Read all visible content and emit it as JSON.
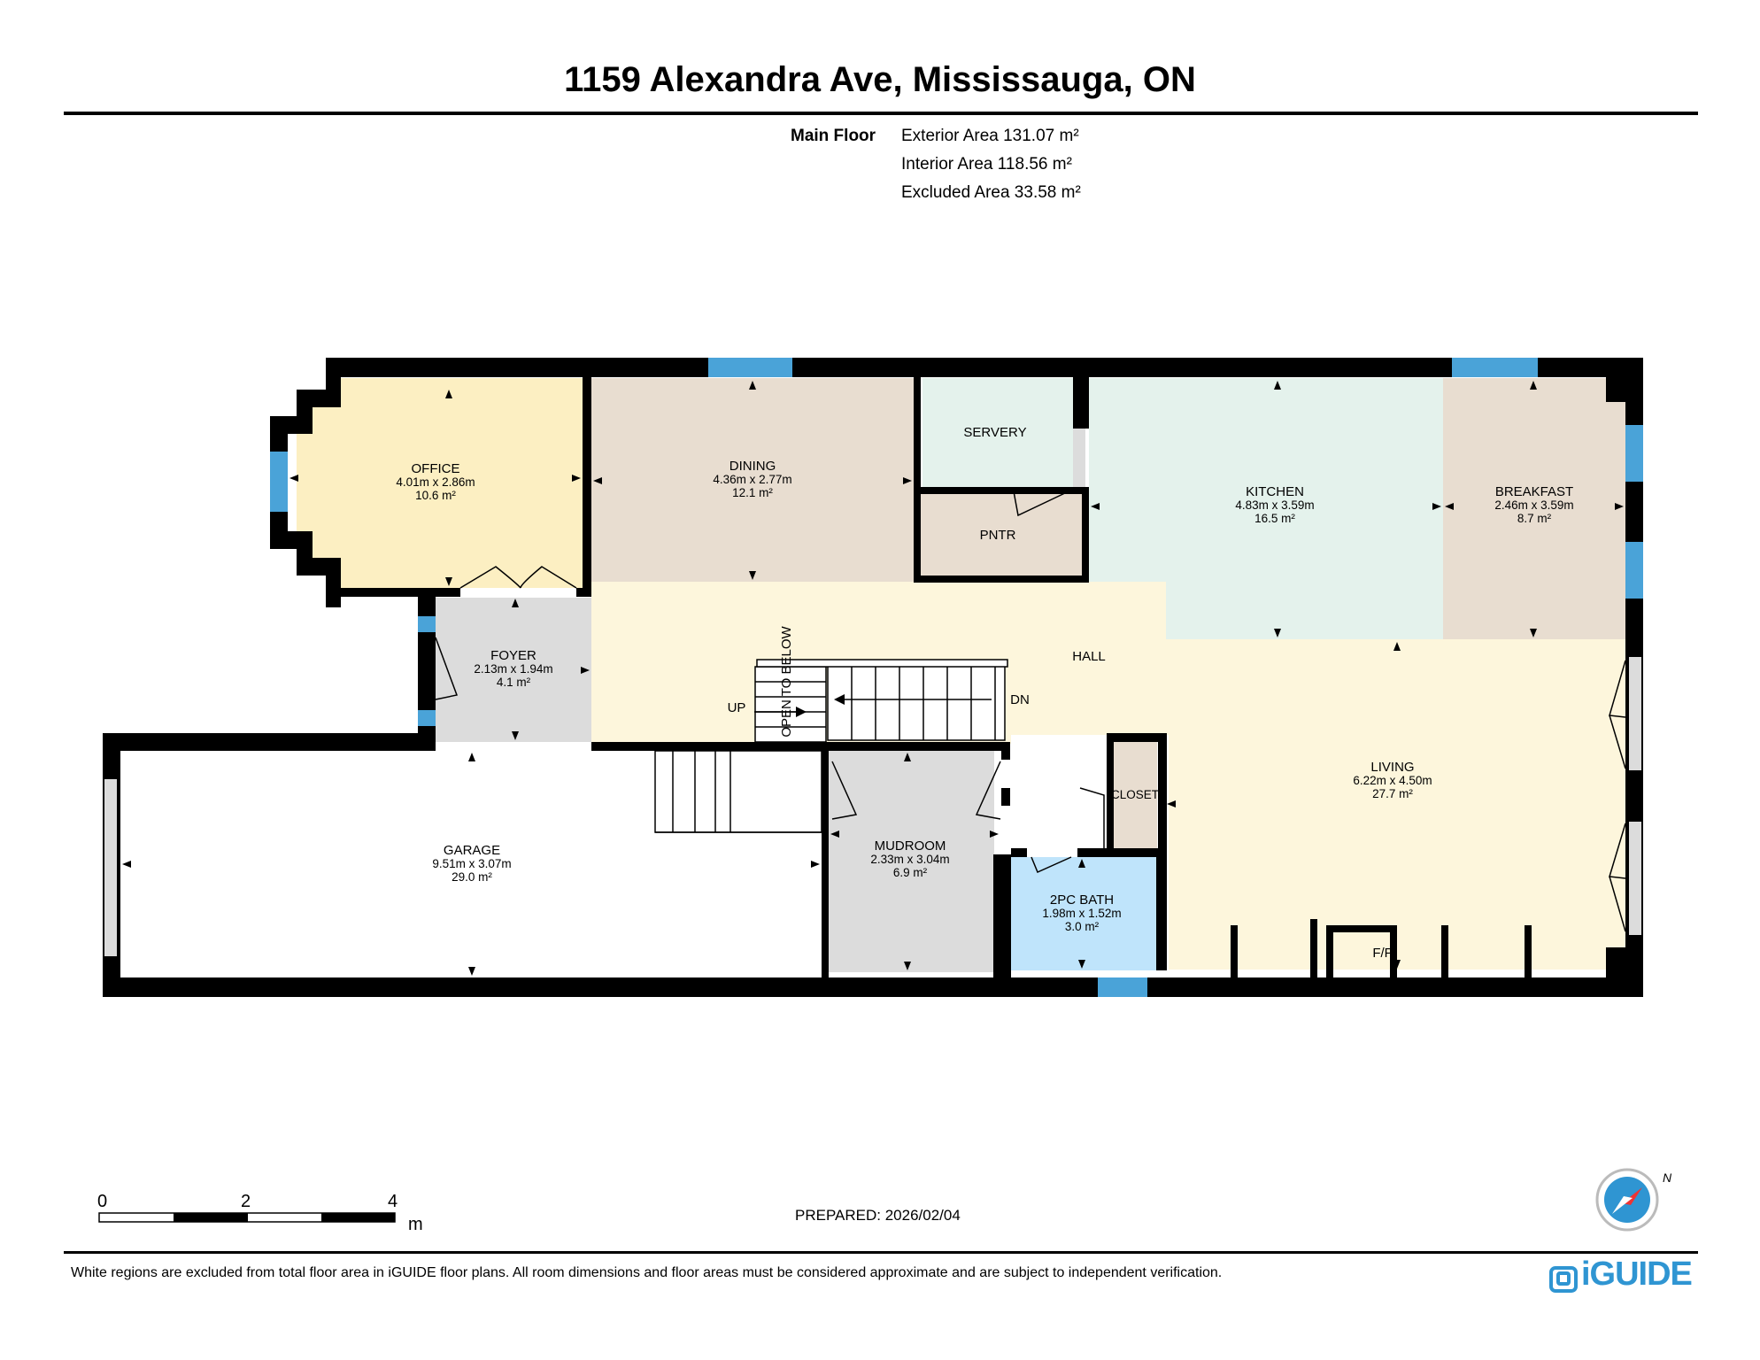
{
  "header": {
    "title": "1159 Alexandra Ave, Mississauga, ON",
    "floor_label": "Main Floor",
    "areas": [
      "Exterior Area 131.07 m²",
      "Interior Area 118.56 m²",
      "Excluded Area 33.58 m²"
    ]
  },
  "rooms": {
    "office": {
      "name": "OFFICE",
      "dims": "4.01m x 2.86m",
      "area": "10.6 m²"
    },
    "dining": {
      "name": "DINING",
      "dims": "4.36m x 2.77m",
      "area": "12.1 m²"
    },
    "servery": {
      "name": "SERVERY"
    },
    "pntr": {
      "name": "PNTR"
    },
    "kitchen": {
      "name": "KITCHEN",
      "dims": "4.83m x 3.59m",
      "area": "16.5 m²"
    },
    "breakfast": {
      "name": "BREAKFAST",
      "dims": "2.46m x 3.59m",
      "area": "8.7 m²"
    },
    "foyer": {
      "name": "FOYER",
      "dims": "2.13m x 1.94m",
      "area": "4.1 m²"
    },
    "hall": {
      "name": "HALL"
    },
    "living": {
      "name": "LIVING",
      "dims": "6.22m x 4.50m",
      "area": "27.7 m²"
    },
    "closet": {
      "name": "CLOSET"
    },
    "garage": {
      "name": "GARAGE",
      "dims": "9.51m x 3.07m",
      "area": "29.0 m²"
    },
    "mudroom": {
      "name": "MUDROOM",
      "dims": "2.33m x 3.04m",
      "area": "6.9 m²"
    },
    "bath": {
      "name": "2PC BATH",
      "dims": "1.98m x 1.52m",
      "area": "3.0 m²"
    },
    "fp": {
      "name": "F/P"
    }
  },
  "labels": {
    "open_to_below": "OPEN TO BELOW",
    "up": "UP",
    "dn": "DN"
  },
  "scale": {
    "ticks": [
      "0",
      "2",
      "4"
    ],
    "unit": "m"
  },
  "footer": {
    "prepared": "PREPARED: 2026/02/04",
    "disclaimer": "White regions are excluded from total floor area in iGUIDE floor plans. All room dimensions and floor areas must be considered approximate and are subject to independent verification.",
    "logo": "iGUIDE",
    "compass_letter": "N"
  },
  "colors": {
    "office": "#fcefc2",
    "dining": "#e8ddd0",
    "servery": "#e4f2ec",
    "kitchen": "#e4f2ec",
    "breakfast": "#e8ddd0",
    "hall": "#fdf6dc",
    "foyer": "#dcdcdc",
    "mudroom": "#dcdcdc",
    "bath": "#bfe4fb",
    "window": "#4aa3d8",
    "brand": "#2f95d2"
  }
}
